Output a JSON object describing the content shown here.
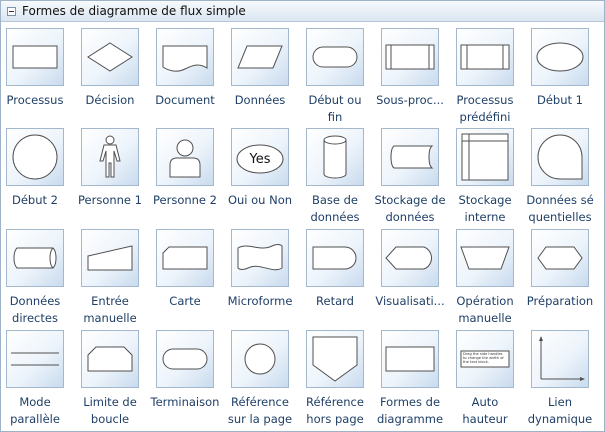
{
  "panel": {
    "title": "Formes de diagramme de flux simple"
  },
  "shapes": [
    {
      "lines": [
        "Processus"
      ],
      "icon": "process-icon"
    },
    {
      "lines": [
        "Décision"
      ],
      "icon": "decision-icon"
    },
    {
      "lines": [
        "Document"
      ],
      "icon": "document-icon"
    },
    {
      "lines": [
        "Données"
      ],
      "icon": "data-icon"
    },
    {
      "lines": [
        "Début ou",
        "fin"
      ],
      "icon": "terminator-icon"
    },
    {
      "lines": [
        "Sous-proc..."
      ],
      "icon": "subprocess-icon"
    },
    {
      "lines": [
        "Processus",
        "prédéfini"
      ],
      "icon": "predefined-process-icon"
    },
    {
      "lines": [
        "Début 1"
      ],
      "icon": "start-ellipse-icon"
    },
    {
      "lines": [
        "Début 2"
      ],
      "icon": "start-circle-icon"
    },
    {
      "lines": [
        "Personne 1"
      ],
      "icon": "person-figure-icon"
    },
    {
      "lines": [
        "Personne 2"
      ],
      "icon": "person-avatar-icon"
    },
    {
      "lines": [
        "Oui ou Non"
      ],
      "icon": "yes-no-icon",
      "icon_text": "Yes"
    },
    {
      "lines": [
        "Base de",
        "données"
      ],
      "icon": "database-icon"
    },
    {
      "lines": [
        "Stockage de",
        "données"
      ],
      "icon": "stored-data-icon"
    },
    {
      "lines": [
        "Stockage",
        "interne"
      ],
      "icon": "internal-storage-icon"
    },
    {
      "lines": [
        "Données sé",
        "quentielles"
      ],
      "icon": "sequential-data-icon"
    },
    {
      "lines": [
        "Données",
        "directes"
      ],
      "icon": "direct-data-icon"
    },
    {
      "lines": [
        "Entrée",
        "manuelle"
      ],
      "icon": "manual-input-icon"
    },
    {
      "lines": [
        "Carte"
      ],
      "icon": "card-icon"
    },
    {
      "lines": [
        "Microforme"
      ],
      "icon": "microform-icon"
    },
    {
      "lines": [
        "Retard"
      ],
      "icon": "delay-icon"
    },
    {
      "lines": [
        "Visualisati..."
      ],
      "icon": "display-icon"
    },
    {
      "lines": [
        "Opération",
        "manuelle"
      ],
      "icon": "manual-operation-icon"
    },
    {
      "lines": [
        "Préparation"
      ],
      "icon": "preparation-icon"
    },
    {
      "lines": [
        "Mode",
        "parallèle"
      ],
      "icon": "parallel-mode-icon"
    },
    {
      "lines": [
        "Limite de",
        "boucle"
      ],
      "icon": "loop-limit-icon"
    },
    {
      "lines": [
        "Terminaison"
      ],
      "icon": "termination-icon"
    },
    {
      "lines": [
        "Référence",
        "sur la page"
      ],
      "icon": "on-page-reference-icon"
    },
    {
      "lines": [
        "Référence",
        "hors page"
      ],
      "icon": "off-page-reference-icon"
    },
    {
      "lines": [
        "Formes de",
        "diagramme"
      ],
      "icon": "diagram-frame-icon"
    },
    {
      "lines": [
        "Auto",
        "hauteur"
      ],
      "icon": "auto-height-icon",
      "icon_text": "Drag the side handles to change the width of the text block."
    },
    {
      "lines": [
        "Lien",
        "dynamique"
      ],
      "icon": "dynamic-connector-icon"
    }
  ]
}
